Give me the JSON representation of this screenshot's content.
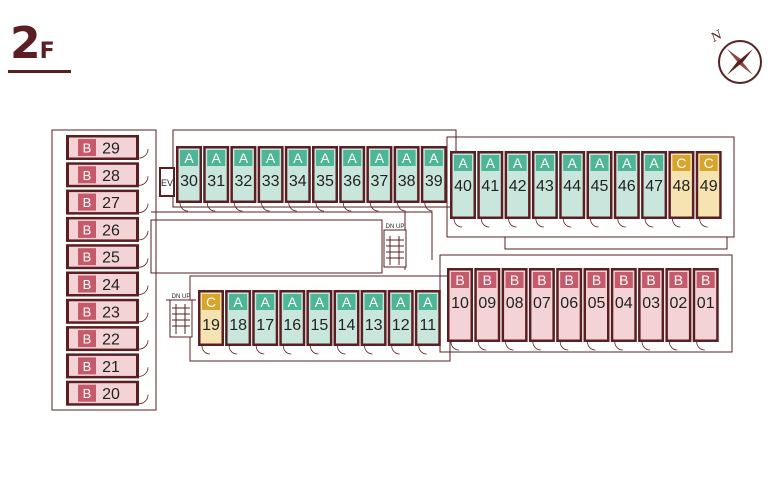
{
  "floor": {
    "number": "2",
    "suffix": "F"
  },
  "compass": {
    "north_label": "N"
  },
  "elevator_label": "EV",
  "stair_labels": {
    "upper": "DN UP",
    "lower": "DN UP"
  },
  "colors": {
    "frame": "#5a1f23",
    "type_A_bg": "#c9e6dc",
    "type_A_badge": "#4eb596",
    "type_B_bg": "#f3d3d6",
    "type_B_badge": "#c45a6a",
    "type_C_bg": "#f6e3b2",
    "type_C_badge": "#d7a52b",
    "corridor": "#ffffff"
  },
  "units": {
    "west_column": [
      {
        "no": "29",
        "type": "B"
      },
      {
        "no": "28",
        "type": "B"
      },
      {
        "no": "27",
        "type": "B"
      },
      {
        "no": "26",
        "type": "B"
      },
      {
        "no": "25",
        "type": "B"
      },
      {
        "no": "24",
        "type": "B"
      },
      {
        "no": "23",
        "type": "B"
      },
      {
        "no": "22",
        "type": "B"
      },
      {
        "no": "21",
        "type": "B"
      },
      {
        "no": "20",
        "type": "B"
      }
    ],
    "north_row_left": [
      {
        "no": "30",
        "type": "A"
      },
      {
        "no": "31",
        "type": "A"
      },
      {
        "no": "32",
        "type": "A"
      },
      {
        "no": "33",
        "type": "A"
      },
      {
        "no": "34",
        "type": "A"
      },
      {
        "no": "35",
        "type": "A"
      },
      {
        "no": "36",
        "type": "A"
      },
      {
        "no": "37",
        "type": "A"
      },
      {
        "no": "38",
        "type": "A"
      },
      {
        "no": "39",
        "type": "A"
      }
    ],
    "north_row_right": [
      {
        "no": "40",
        "type": "A"
      },
      {
        "no": "41",
        "type": "A"
      },
      {
        "no": "42",
        "type": "A"
      },
      {
        "no": "43",
        "type": "A"
      },
      {
        "no": "44",
        "type": "A"
      },
      {
        "no": "45",
        "type": "A"
      },
      {
        "no": "46",
        "type": "A"
      },
      {
        "no": "47",
        "type": "A"
      },
      {
        "no": "48",
        "type": "C"
      },
      {
        "no": "49",
        "type": "C"
      }
    ],
    "south_row_left": [
      {
        "no": "19",
        "type": "C"
      },
      {
        "no": "18",
        "type": "A"
      },
      {
        "no": "17",
        "type": "A"
      },
      {
        "no": "16",
        "type": "A"
      },
      {
        "no": "15",
        "type": "A"
      },
      {
        "no": "14",
        "type": "A"
      },
      {
        "no": "13",
        "type": "A"
      },
      {
        "no": "12",
        "type": "A"
      },
      {
        "no": "11",
        "type": "A"
      }
    ],
    "south_row_right": [
      {
        "no": "10",
        "type": "B"
      },
      {
        "no": "09",
        "type": "B"
      },
      {
        "no": "08",
        "type": "B"
      },
      {
        "no": "07",
        "type": "B"
      },
      {
        "no": "06",
        "type": "B"
      },
      {
        "no": "05",
        "type": "B"
      },
      {
        "no": "04",
        "type": "B"
      },
      {
        "no": "03",
        "type": "B"
      },
      {
        "no": "02",
        "type": "B"
      },
      {
        "no": "01",
        "type": "B"
      }
    ]
  }
}
